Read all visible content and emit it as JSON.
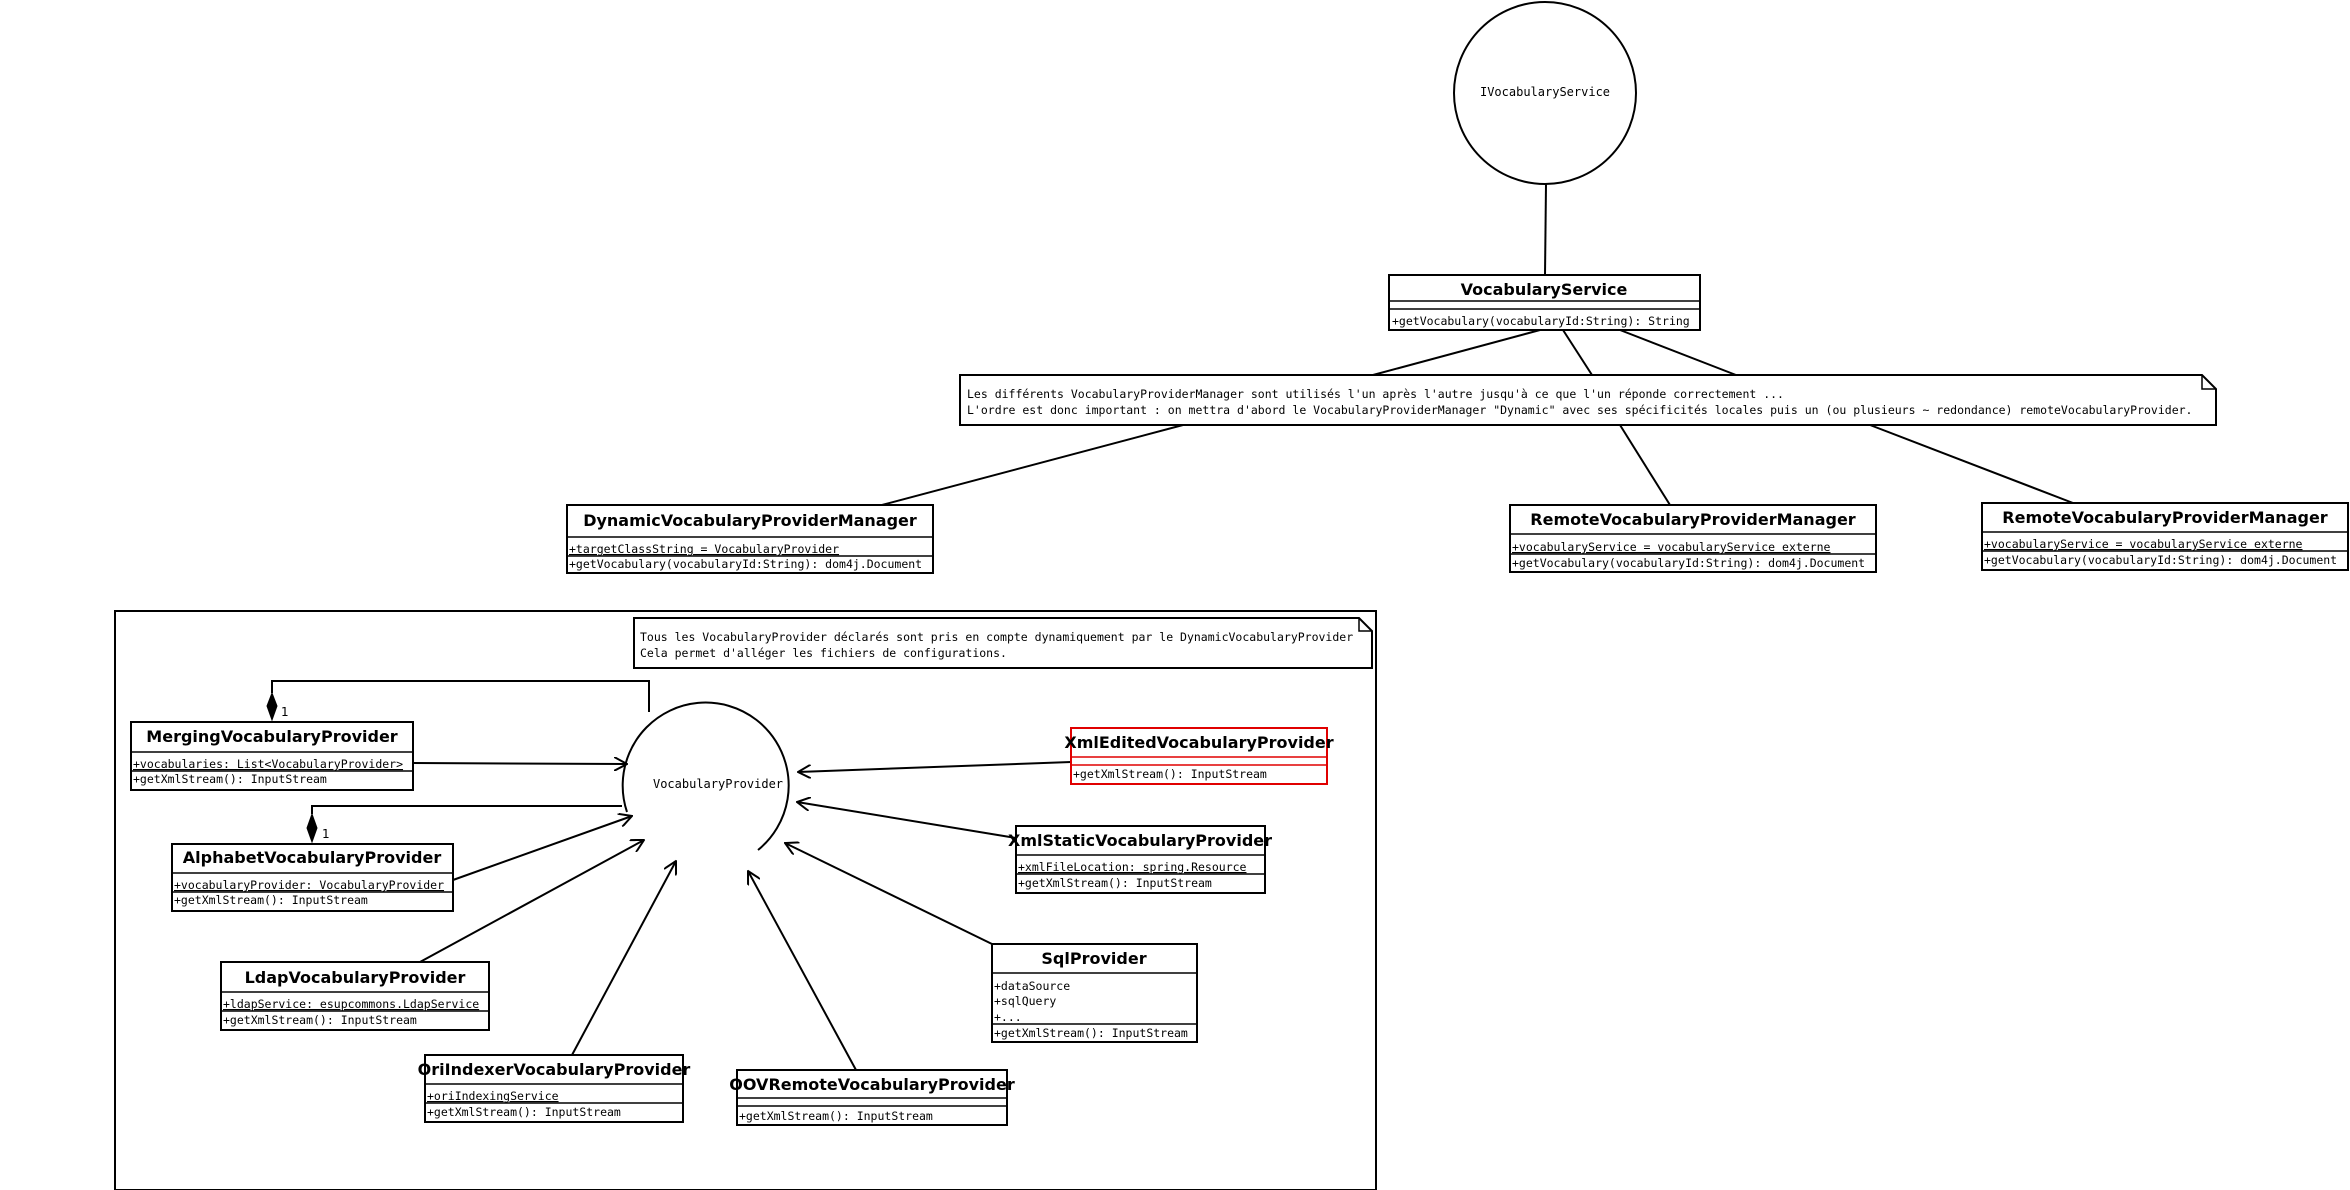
{
  "interfaces": {
    "ivocabulary_service": "IVocabularyService",
    "vocabulary_provider": "VocabularyProvider"
  },
  "classes": {
    "vocabulary_service": {
      "name": "VocabularyService",
      "operations": [
        "+getVocabulary(vocabularyId:String): String"
      ]
    },
    "dynamic_manager": {
      "name": "DynamicVocabularyProviderManager",
      "attributes": [
        "+targetClassString = VocabularyProvider"
      ],
      "operations": [
        "+getVocabulary(vocabularyId:String): dom4j.Document"
      ]
    },
    "remote_manager_1": {
      "name": "RemoteVocabularyProviderManager",
      "attributes": [
        "+vocabularyService = vocabularyService externe"
      ],
      "operations": [
        "+getVocabulary(vocabularyId:String): dom4j.Document"
      ]
    },
    "remote_manager_2": {
      "name": "RemoteVocabularyProviderManager",
      "attributes": [
        "+vocabularyService = vocabularyService externe"
      ],
      "operations": [
        "+getVocabulary(vocabularyId:String): dom4j.Document"
      ]
    },
    "merging": {
      "name": "MergingVocabularyProvider",
      "attributes": [
        "+vocabularies: List<VocabularyProvider>"
      ],
      "operations": [
        "+getXmlStream(): InputStream"
      ]
    },
    "alphabet": {
      "name": "AlphabetVocabularyProvider",
      "attributes": [
        "+vocabularyProvider: VocabularyProvider"
      ],
      "operations": [
        "+getXmlStream(): InputStream"
      ]
    },
    "ldap": {
      "name": "LdapVocabularyProvider",
      "attributes": [
        "+ldapService: esupcommons.LdapService"
      ],
      "operations": [
        "+getXmlStream(): InputStream"
      ]
    },
    "ori": {
      "name": "OriIndexerVocabularyProvider",
      "attributes": [
        "+oriIndexingService"
      ],
      "operations": [
        "+getXmlStream(): InputStream"
      ]
    },
    "oov": {
      "name": "OOVRemoteVocabularyProvider",
      "operations": [
        "+getXmlStream(): InputStream"
      ]
    },
    "sql": {
      "name": "SqlProvider",
      "attributes": [
        "+dataSource",
        "+sqlQuery",
        "+..."
      ],
      "operations": [
        "+getXmlStream(): InputStream"
      ]
    },
    "xml_static": {
      "name": "XmlStaticVocabularyProvider",
      "attributes": [
        "+xmlFileLocation: spring.Resource"
      ],
      "operations": [
        "+getXmlStream(): InputStream"
      ]
    },
    "xml_edited": {
      "name": "XmlEditedVocabularyProvider",
      "operations": [
        "+getXmlStream(): InputStream"
      ]
    }
  },
  "notes": {
    "managers": [
      "Les différents VocabularyProviderManager sont utilisés l'un après l'autre jusqu'à ce que l'un réponde correctement ...",
      "L'ordre est donc important : on mettra d'abord le VocabularyProviderManager \"Dynamic\" avec ses spécificités locales puis un (ou plusieurs ~ redondance) remoteVocabularyProvider."
    ],
    "providers": [
      "Tous les VocabularyProvider déclarés sont pris en compte dynamiquement par le DynamicVocabularyProvider",
      "Cela permet d'alléger les fichiers de configurations."
    ]
  },
  "multiplicities": {
    "merging_self": "1",
    "alphabet_self": "1"
  },
  "colors": {
    "line": "#000000",
    "highlight": "#e00000",
    "background": "#ffffff"
  }
}
